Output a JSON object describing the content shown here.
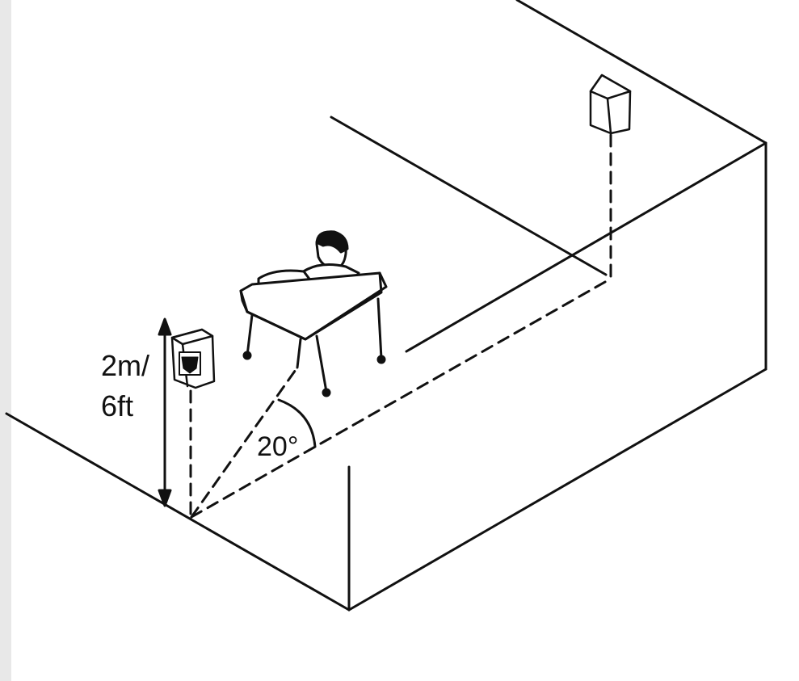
{
  "labels": {
    "height_metric": "2m/",
    "height_imperial": "6ft",
    "angle": "20°"
  },
  "colors": {
    "line": "#111111",
    "background": "#ffffff",
    "margin_strip": "#e8e8e8",
    "speaker_body": "#ffffff"
  },
  "icons": {
    "front_speaker": "speaker-with-logo-icon",
    "rear_speaker": "speaker-icon",
    "listener": "person-in-armchair-icon"
  }
}
